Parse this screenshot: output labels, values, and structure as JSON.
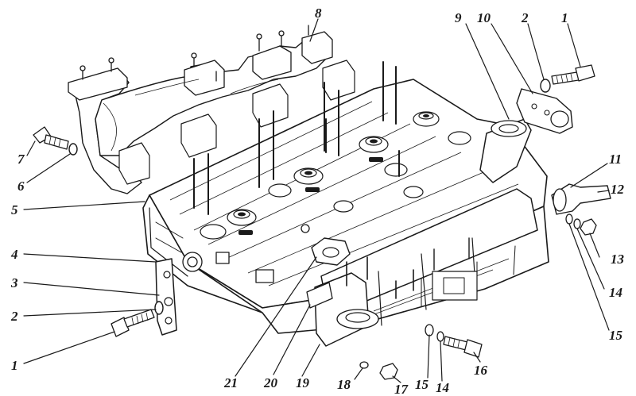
{
  "diagram": {
    "callouts": [
      "1",
      "2",
      "3",
      "4",
      "5",
      "6",
      "7",
      "8",
      "9",
      "10",
      "11",
      "12",
      "13",
      "14",
      "15",
      "16",
      "17",
      "18",
      "19",
      "20",
      "21"
    ],
    "leader_color": "#1a1a1a",
    "background": "#ffffff"
  }
}
